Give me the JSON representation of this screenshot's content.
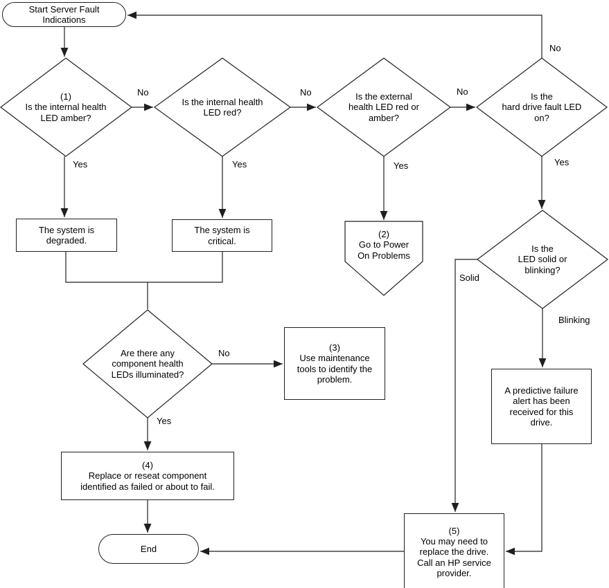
{
  "diagram": {
    "nodes": {
      "start": "Start Server Fault\nIndications",
      "q_internal_amber": "(1)\nIs the internal health\nLED amber?",
      "q_internal_red": "Is the internal health\nLED red?",
      "q_external": "Is the external\nhealth LED red or\namber?",
      "q_hard_drive": "Is the\nhard drive fault LED\non?",
      "system_degraded": "The system is\ndegraded.",
      "system_critical": "The system is\ncritical.",
      "power_on_problems": "(2)\nGo to Power\nOn Problems",
      "q_component_leds": "Are there any\ncomponent health\nLEDs illuminated?",
      "maintenance_tools": "(3)\nUse maintenance\ntools to identify the\nproblem.",
      "q_solid_blinking": "Is the\nLED solid or\nblinking?",
      "predictive_failure": "A predictive failure\nalert has been\nreceived for this\ndrive.",
      "replace_reseat": "(4)\nReplace or reseat component\nidentified as failed or about to fail.",
      "end": "End",
      "hp_service": "(5)\nYou may need to\nreplace the drive.\nCall an HP service\nprovider."
    },
    "edge_labels": {
      "no": "No",
      "yes": "Yes",
      "solid": "Solid",
      "blinking": "Blinking"
    },
    "colors": {
      "stroke": "#1f1f1f",
      "text": "#000000",
      "background": "#ffffff"
    }
  }
}
